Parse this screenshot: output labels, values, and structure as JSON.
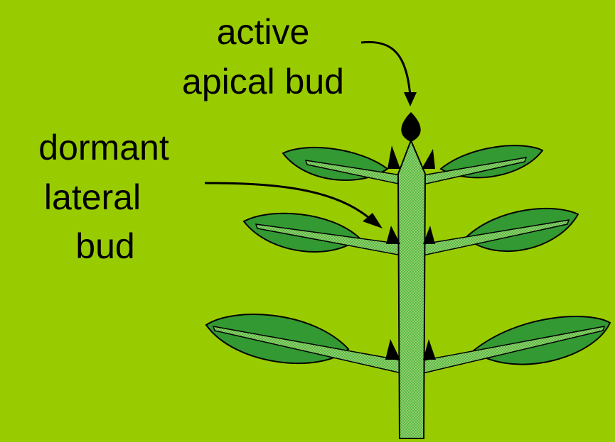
{
  "labels": {
    "apical": {
      "line1": "active",
      "line2": "apical bud"
    },
    "lateral": {
      "line1": "dormant",
      "line2": "lateral",
      "line3": "bud"
    }
  },
  "colors": {
    "background": "#99cc00",
    "stem": "#66bb44",
    "leaf": "#339933",
    "bud": "#000000",
    "arrow": "#000000"
  }
}
